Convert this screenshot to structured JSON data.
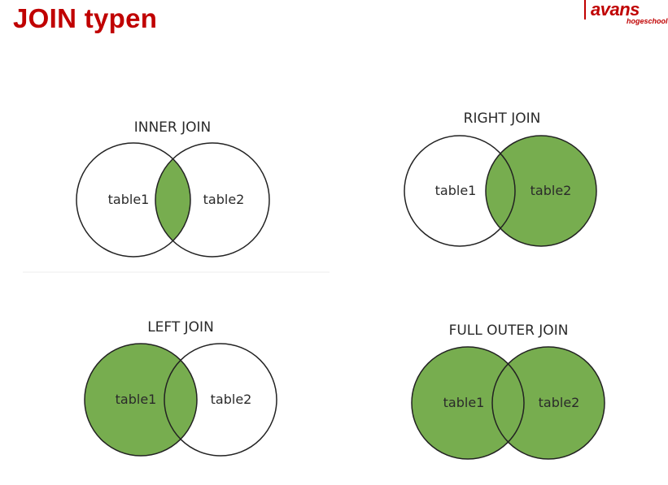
{
  "slide": {
    "title": "JOIN typen"
  },
  "logo": {
    "main": "avans",
    "sub": "hogeschool",
    "color": "#c00000"
  },
  "colors": {
    "fill": "#77ad4f",
    "stroke": "#222222"
  },
  "diagrams": [
    {
      "id": "inner",
      "title": "INNER JOIN",
      "left_label": "table1",
      "right_label": "table2",
      "shaded": "intersection"
    },
    {
      "id": "right",
      "title": "RIGHT JOIN",
      "left_label": "table1",
      "right_label": "table2",
      "shaded": "right"
    },
    {
      "id": "left",
      "title": "LEFT JOIN",
      "left_label": "table1",
      "right_label": "table2",
      "shaded": "left"
    },
    {
      "id": "full",
      "title": "FULL OUTER JOIN",
      "left_label": "table1",
      "right_label": "table2",
      "shaded": "both"
    }
  ]
}
